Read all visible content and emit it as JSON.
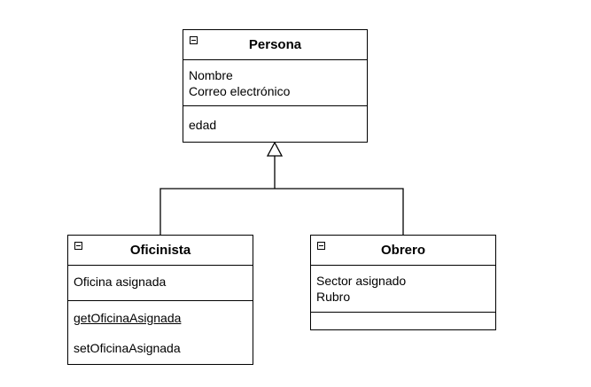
{
  "classes": {
    "persona": {
      "name": "Persona",
      "attributes": [
        "Nombre",
        "Correo electrónico"
      ],
      "operations": [
        "edad"
      ]
    },
    "oficinista": {
      "name": "Oficinista",
      "attributes": [
        "Oficina asignada"
      ],
      "operations": [
        "getOficinaAsignada",
        "setOficinaAsignada"
      ]
    },
    "obrero": {
      "name": "Obrero",
      "attributes": [
        "Sector asignado",
        "Rubro"
      ],
      "operations": []
    }
  },
  "relationships": [
    {
      "type": "generalization",
      "from": "Oficinista",
      "to": "Persona"
    },
    {
      "type": "generalization",
      "from": "Obrero",
      "to": "Persona"
    }
  ],
  "icons": {
    "collapse": "collapse-minus-icon"
  }
}
